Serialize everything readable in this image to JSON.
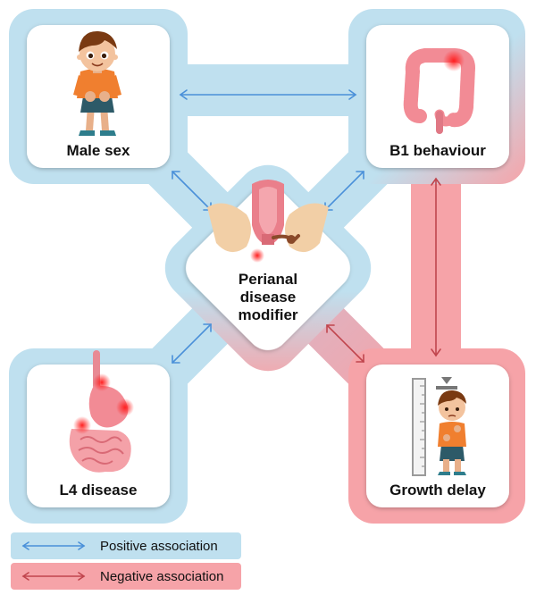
{
  "nodes": {
    "male_sex": "Male sex",
    "b1_behaviour": "B1 behaviour",
    "l4_disease": "L4 disease",
    "growth_delay": "Growth delay"
  },
  "center": {
    "line1": "Perianal",
    "line2": "disease",
    "line3": "modifier"
  },
  "legend": {
    "positive": "Positive association",
    "negative": "Negative association"
  },
  "colors": {
    "positive_band": "#bfe0ef",
    "negative_band": "#f6a3a8",
    "positive_arrow": "#4a90d9",
    "negative_arrow": "#c0454d"
  }
}
